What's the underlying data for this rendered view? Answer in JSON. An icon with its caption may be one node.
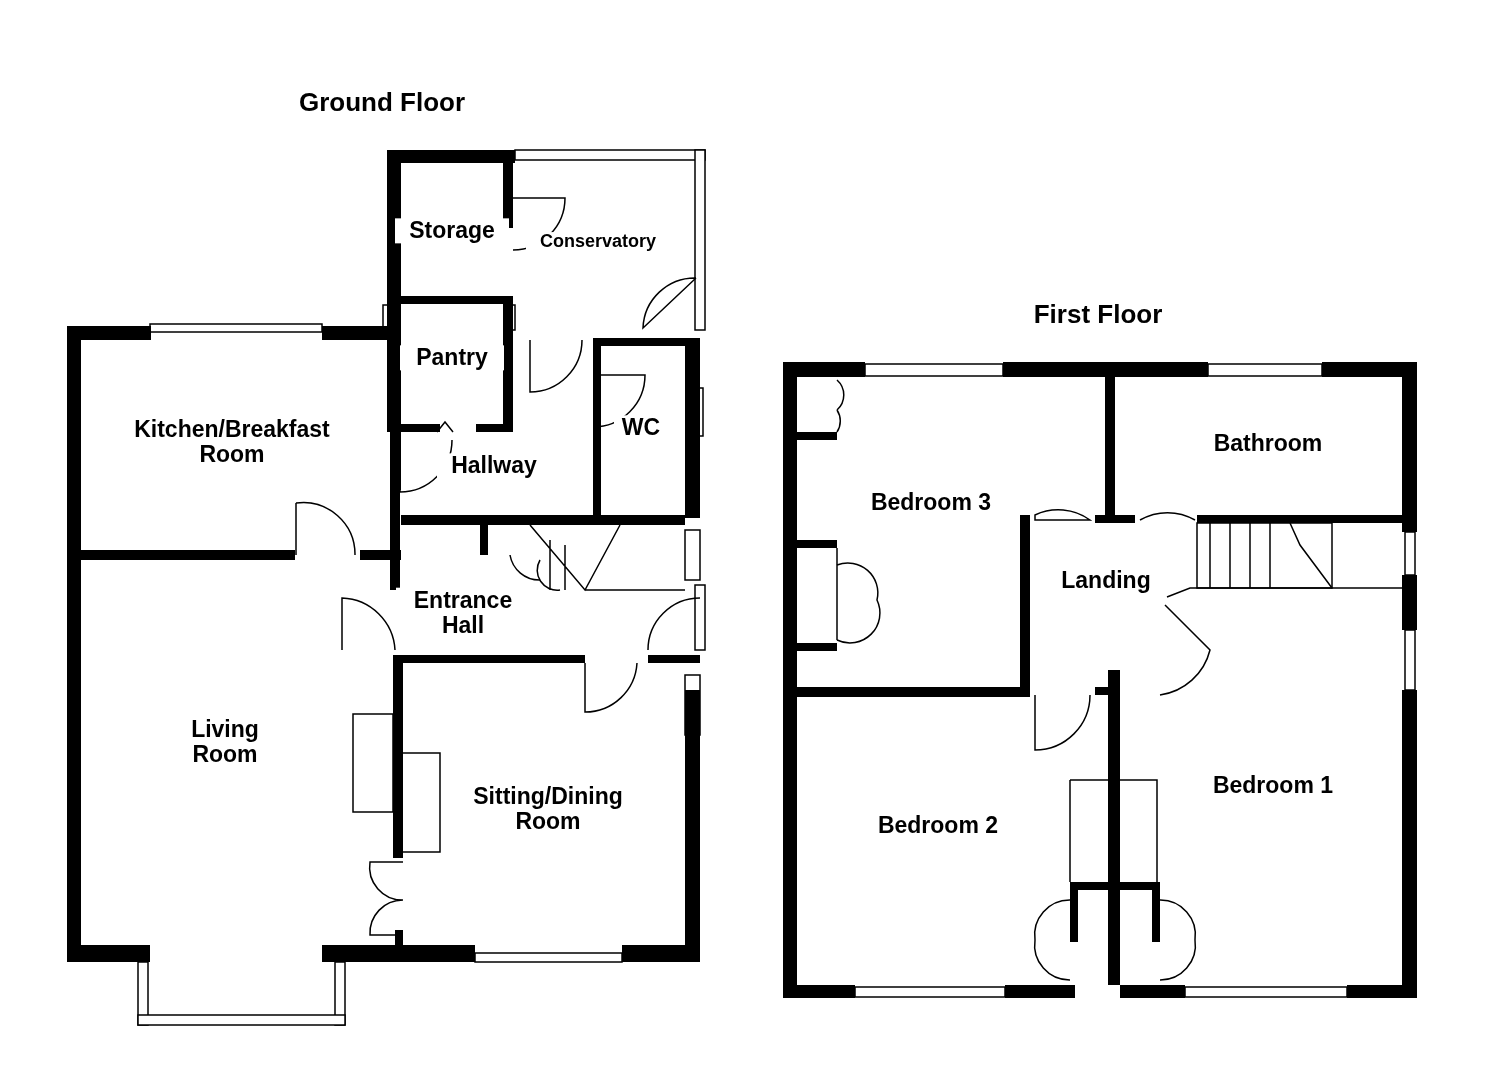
{
  "diagram": {
    "nodes": [
      {
        "text": [
          "Ground Floor"
        ]
      },
      {
        "text": [
          "Storage"
        ],
        "in": 0
      },
      {
        "text": [
          "Conservatory"
        ],
        "in": 0
      },
      {
        "text": [
          "Pantry"
        ],
        "in": 0
      },
      {
        "text": [
          "Kitchen/Breakfast Room"
        ],
        "in": 0
      },
      {
        "text": [
          "Hallway"
        ],
        "in": 0
      },
      {
        "text": [
          "WC"
        ],
        "in": 0
      },
      {
        "text": [
          "Entrance Hall"
        ],
        "in": 0
      },
      {
        "text": [
          "Living Room"
        ],
        "in": 0
      },
      {
        "text": [
          "Sitting/Dining Room"
        ],
        "in": 0
      },
      {
        "text": [
          "First Floor"
        ]
      },
      {
        "text": [
          "Bedroom 3"
        ],
        "in": 10
      },
      {
        "text": [
          "Bathroom"
        ],
        "in": 10
      },
      {
        "text": [
          "Landing"
        ],
        "in": 10
      },
      {
        "text": [
          "Bedroom 2"
        ],
        "in": 10
      },
      {
        "text": [
          "Bedroom 1"
        ],
        "in": 10
      }
    ]
  }
}
